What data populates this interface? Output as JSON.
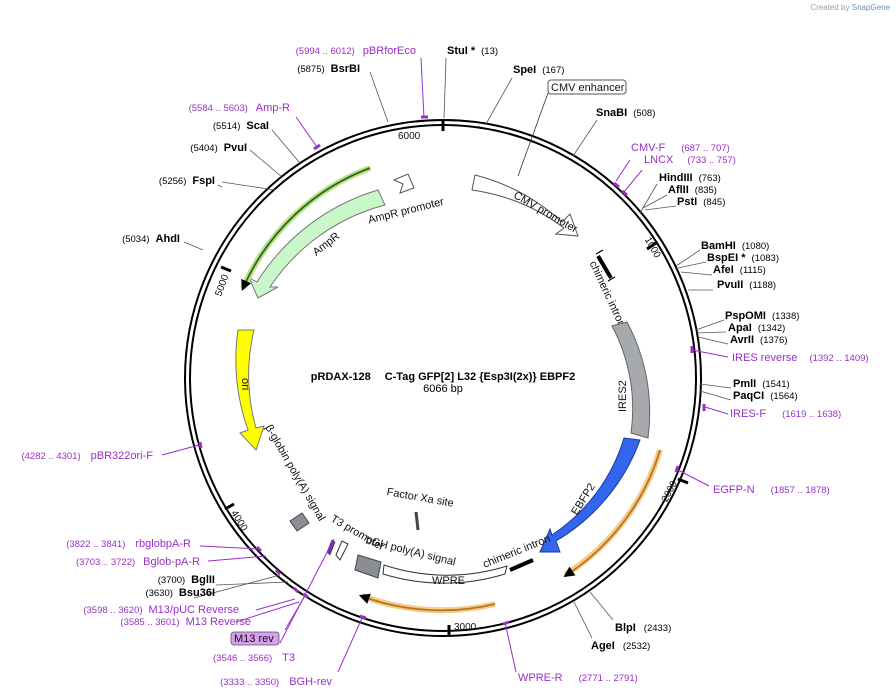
{
  "attribution": {
    "prefix": "Created by",
    "brand": "SnapGene"
  },
  "plasmid": {
    "name": "pRDAX-128",
    "description": "C-Tag GFP[2] L32 {Esp3I(2x)} EBPF2",
    "size": "6066 bp"
  },
  "ticks": [
    "1000",
    "2000",
    "3000",
    "4000",
    "5000",
    "6000"
  ],
  "enzymes": [
    {
      "name": "StuI *",
      "pos": "(13)"
    },
    {
      "name": "SpeI",
      "pos": "(167)"
    },
    {
      "name": "SnaBI",
      "pos": "(508)"
    },
    {
      "name": "HindIII",
      "pos": "(763)"
    },
    {
      "name": "AflII",
      "pos": "(835)"
    },
    {
      "name": "PstI",
      "pos": "(845)"
    },
    {
      "name": "BamHI",
      "pos": "(1080)"
    },
    {
      "name": "BspEI *",
      "pos": "(1083)"
    },
    {
      "name": "AfeI",
      "pos": "(1115)"
    },
    {
      "name": "PvuII",
      "pos": "(1188)"
    },
    {
      "name": "PspOMI",
      "pos": "(1338)"
    },
    {
      "name": "ApaI",
      "pos": "(1342)"
    },
    {
      "name": "AvrII",
      "pos": "(1376)"
    },
    {
      "name": "PmlI",
      "pos": "(1541)"
    },
    {
      "name": "PaqCI",
      "pos": "(1564)"
    },
    {
      "name": "BlpI",
      "pos": "(2433)"
    },
    {
      "name": "AgeI",
      "pos": "(2532)"
    },
    {
      "name": "BglII",
      "pos": "(3700)"
    },
    {
      "name": "Bsu36I",
      "pos": "(3630)"
    },
    {
      "name": "AhdI",
      "pos": "(5034)"
    },
    {
      "name": "FspI",
      "pos": "(5256)"
    },
    {
      "name": "PvuI",
      "pos": "(5404)"
    },
    {
      "name": "ScaI",
      "pos": "(5514)"
    },
    {
      "name": "BsrBI",
      "pos": "(5875)"
    }
  ],
  "primers": [
    {
      "name": "pBRforEco",
      "pos": "(5994 .. 6012)"
    },
    {
      "name": "Amp-R",
      "pos": "(5584 .. 5603)"
    },
    {
      "name": "CMV-F",
      "pos": "(687 .. 707)"
    },
    {
      "name": "LNCX",
      "pos": "(733 .. 757)"
    },
    {
      "name": "IRES reverse",
      "pos": "(1392 .. 1409)"
    },
    {
      "name": "IRES-F",
      "pos": "(1619 .. 1638)"
    },
    {
      "name": "EGFP-N",
      "pos": "(1857 .. 1878)"
    },
    {
      "name": "WPRE-R",
      "pos": "(2771 .. 2791)"
    },
    {
      "name": "pBR322ori-F",
      "pos": "(4282 .. 4301)"
    },
    {
      "name": "rbglobpA-R",
      "pos": "(3822 .. 3841)"
    },
    {
      "name": "Bglob-pA-R",
      "pos": "(3703 .. 3722)"
    },
    {
      "name": "M13/pUC Reverse",
      "pos": "(3598 .. 3620)"
    },
    {
      "name": "M13 Reverse",
      "pos": "(3585 .. 3601)"
    },
    {
      "name": "M13 rev",
      "pos": ""
    },
    {
      "name": "T3",
      "pos": "(3546 .. 3566)"
    },
    {
      "name": "BGH-rev",
      "pos": "(3333 .. 3350)"
    }
  ],
  "features": {
    "cmv_enhancer": "CMV enhancer",
    "cmv_promoter": "CMV promoter",
    "chimeric_intron_top": "chimeric intron",
    "ires2": "IRES2",
    "ebfp2": "EBFP2",
    "chimeric_intron_bottom": "chimeric intron",
    "wpre": "WPRE",
    "bgh_polya": "bGH poly(A) signal",
    "factor_xa": "Factor Xa site",
    "t3_promoter": "T3 promoter",
    "beta_globin": "β-globin poly(A) signal",
    "ori": "ori",
    "ampr": "AmpR",
    "ampr_promoter": "AmpR promoter"
  },
  "colors": {
    "primer": "#9a2fc8",
    "ampr": "#c9f7c9",
    "ori": "#ffff00",
    "ires2": "#a6a9ad",
    "ebfp2": "#3366ee",
    "orf_gold": "#e8a33a",
    "orf_green": "#3a8a1a"
  }
}
